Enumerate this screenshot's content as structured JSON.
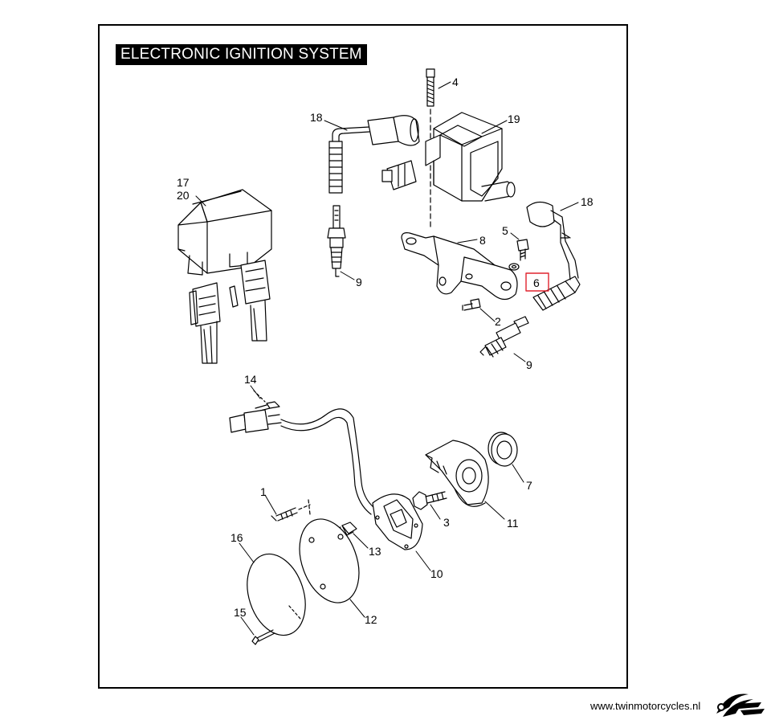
{
  "diagram": {
    "title": "ELECTRONIC IGNITION SYSTEM",
    "callouts": [
      {
        "label": "4"
      },
      {
        "label": "18"
      },
      {
        "label": "19"
      },
      {
        "label": "17"
      },
      {
        "label": "20"
      },
      {
        "label": "18"
      },
      {
        "label": "8"
      },
      {
        "label": "5"
      },
      {
        "label": "9"
      },
      {
        "label": "6"
      },
      {
        "label": "2"
      },
      {
        "label": "9"
      },
      {
        "label": "14"
      },
      {
        "label": "7"
      },
      {
        "label": "1"
      },
      {
        "label": "3"
      },
      {
        "label": "11"
      },
      {
        "label": "16"
      },
      {
        "label": "13"
      },
      {
        "label": "10"
      },
      {
        "label": "15"
      },
      {
        "label": "12"
      }
    ],
    "highlight_color": "#e0232e"
  },
  "footer": {
    "website": "www.twinmotorcycles.nl",
    "logo_icon": "twin-motorcycles-logo-icon"
  }
}
